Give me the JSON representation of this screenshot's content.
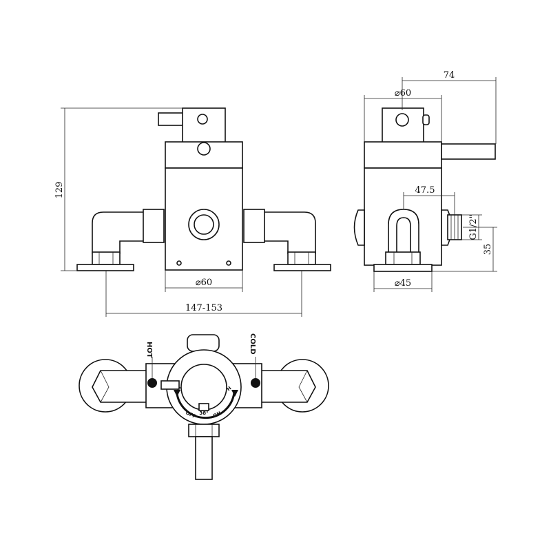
{
  "dimensions": {
    "front_height": "129",
    "front_body_diameter": "⌀60",
    "front_centers": "147-153",
    "side_total_depth": "74",
    "side_top_diameter": "⌀60",
    "side_outlet_offset": "47.5",
    "side_thread": "G1/2\"",
    "side_outlet_height": "35",
    "side_base_diameter": "⌀45"
  },
  "labels": {
    "hot": "HOT",
    "cold": "COLD",
    "dial_c": "C",
    "dial_h": "H",
    "dial_off": "OFF",
    "dial_on": "ON",
    "dial_temp": "38°"
  }
}
